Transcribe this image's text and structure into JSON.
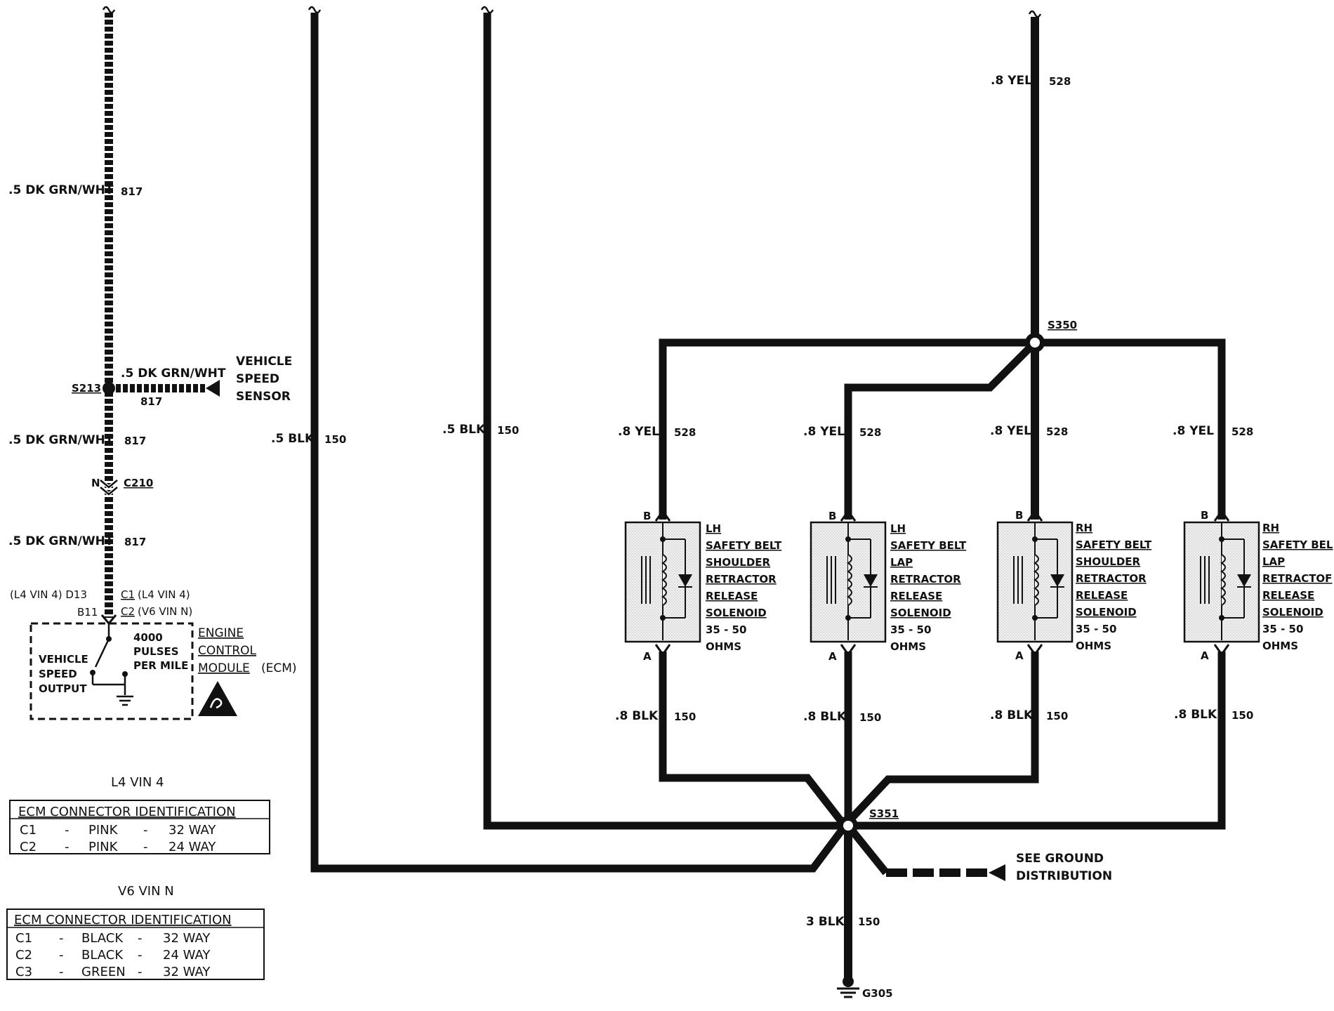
{
  "wires": {
    "w817_top": ".5 DK GRN/WHT",
    "w817_top_num": "817",
    "w817_mid": ".5 DK GRN/WHT",
    "w817_mid_num": "817",
    "w817_low": ".5 DK GRN/WHT",
    "w817_low_num": "817",
    "w817_sensor": ".5 DK GRN/WHT",
    "w817_sensor_num": "817",
    "blk_left": ".5 BLK",
    "blk_left_num": "150",
    "blk_mid": ".5 BLK",
    "blk_mid_num": "150",
    "yel_top": ".8 YEL",
    "yel_top_num": "528",
    "yel_branch": ".8 YEL",
    "yel_branch_num": "528",
    "blk_branch": ".8 BLK",
    "blk_branch_num": "150",
    "blk_ground": "3 BLK",
    "blk_ground_num": "150"
  },
  "splices": {
    "s213": "S213",
    "s350": "S350",
    "s351": "S351",
    "c210": "C210",
    "c210_pin": "N",
    "ground": "G305"
  },
  "sensor": {
    "line1": "VEHICLE",
    "line2": "SPEED",
    "line3": "SENSOR"
  },
  "ecm": {
    "pin_left": "(L4 VIN 4) D13",
    "pin_left2": "B11",
    "c1": "C1",
    "c1_note": "(L4 VIN 4)",
    "c2": "C2",
    "c2_note": "(V6 VIN N)",
    "name1": "ENGINE",
    "name2": "CONTROL",
    "name3": "MODULE",
    "name3_suffix": "(ECM)",
    "vso1": "VEHICLE",
    "vso2": "SPEED",
    "vso3": "OUTPUT",
    "pulses1": "4000",
    "pulses2": "PULSES",
    "pulses3": "PER MILE"
  },
  "solenoids": [
    {
      "side": "LH",
      "l1": "SAFETY BELT",
      "l2": "SHOULDER",
      "l3": "RETRACTOR",
      "l4": "RELEASE",
      "l5": "SOLENOID",
      "r1": "35 - 50",
      "r2": "OHMS",
      "pin_b": "B",
      "pin_a": "A"
    },
    {
      "side": "LH",
      "l1": "SAFETY BELT",
      "l2": "LAP",
      "l3": "RETRACTOR",
      "l4": "RELEASE",
      "l5": "SOLENOID",
      "r1": "35 - 50",
      "r2": "OHMS",
      "pin_b": "B",
      "pin_a": "A"
    },
    {
      "side": "RH",
      "l1": "SAFETY BELT",
      "l2": "SHOULDER",
      "l3": "RETRACTOR",
      "l4": "RELEASE",
      "l5": "SOLENOID",
      "r1": "35 - 50",
      "r2": "OHMS",
      "pin_b": "B",
      "pin_a": "A"
    },
    {
      "side": "RH",
      "l1": "SAFETY BEL",
      "l2": "LAP",
      "l3": "RETRACTOF",
      "l4": "RELEASE",
      "l5": "SOLENOID",
      "r1": "35 - 50",
      "r2": "OHMS",
      "pin_b": "B",
      "pin_a": "A"
    }
  ],
  "ground_note": {
    "line1": "SEE GROUND",
    "line2": "DISTRIBUTION"
  },
  "table1": {
    "caption": "L4 VIN 4",
    "header": "ECM CONNECTOR IDENTIFICATION",
    "rows": [
      {
        "c": "C1",
        "d1": "-",
        "color": "PINK",
        "d2": "-",
        "size": "32 WAY"
      },
      {
        "c": "C2",
        "d1": "-",
        "color": "PINK",
        "d2": "-",
        "size": "24 WAY"
      }
    ]
  },
  "table2": {
    "caption": "V6 VIN N",
    "header": "ECM CONNECTOR IDENTIFICATION",
    "rows": [
      {
        "c": "C1",
        "d1": "-",
        "color": "BLACK",
        "d2": "-",
        "size": "32 WAY"
      },
      {
        "c": "C2",
        "d1": "-",
        "color": "BLACK",
        "d2": "-",
        "size": "24 WAY"
      },
      {
        "c": "C3",
        "d1": "-",
        "color": "GREEN",
        "d2": "-",
        "size": "32 WAY"
      }
    ]
  }
}
